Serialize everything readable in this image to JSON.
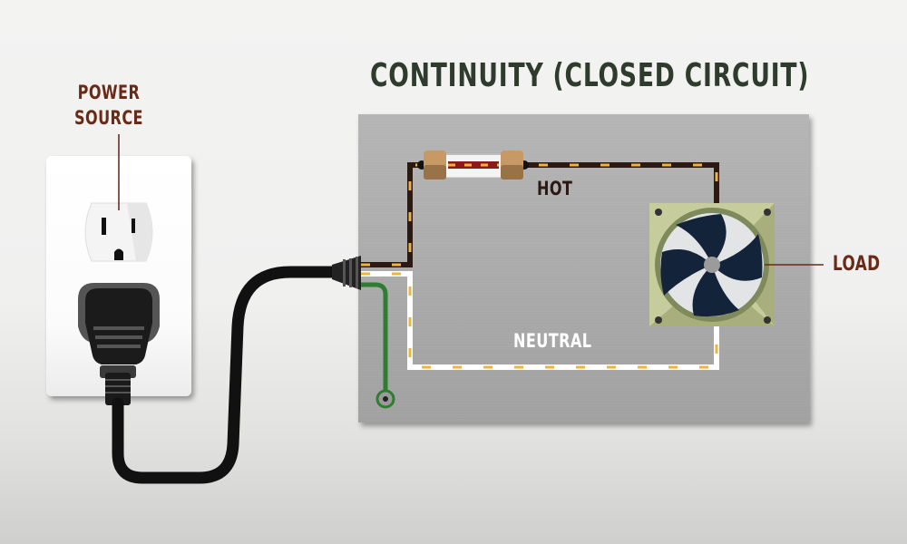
{
  "title": "CONTINUITY (CLOSED CIRCUIT)",
  "labels": {
    "power_source_line1": "POWER",
    "power_source_line2": "SOURCE",
    "hot": "HOT",
    "neutral": "NEUTRAL",
    "load": "LOAD"
  },
  "components": {
    "outlet": "wall-outlet",
    "plug": "power-plug",
    "cord": "power-cord",
    "fuse": "fuse",
    "load_device": "fan",
    "ground": "ground-terminal"
  },
  "colors": {
    "title": "#2f3b2c",
    "callout": "#6a2a18",
    "hot_wire": "#2c1a12",
    "neutral_wire": "#ffffff",
    "ground_wire": "#2e7d32",
    "current_dash": "#f0b43a",
    "panel": "#a9a9a9"
  }
}
